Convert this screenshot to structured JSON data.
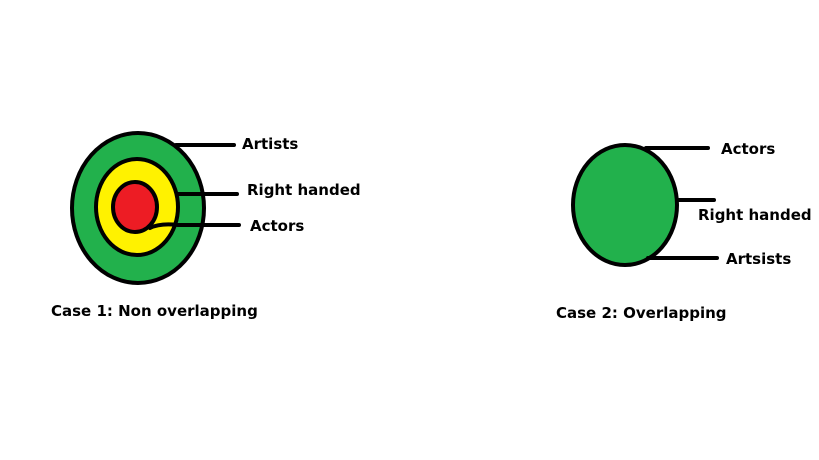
{
  "colors": {
    "outline": "#000000",
    "green": "#22b14c",
    "yellow": "#fff200",
    "red": "#ed1c24",
    "background": "#ffffff"
  },
  "case1": {
    "caption": "Case 1: Non overlapping",
    "rings": [
      {
        "name": "Artists",
        "color": "green"
      },
      {
        "name": "Right handed",
        "color": "yellow"
      },
      {
        "name": "Actors",
        "color": "red"
      }
    ],
    "labels": {
      "artists": "Artists",
      "right_handed": "Right handed",
      "actors": "Actors"
    }
  },
  "case2": {
    "caption": "Case 2: Overlapping",
    "circle_color": "green",
    "labels": {
      "actors": "Actors",
      "right_handed": "Right handed",
      "artists": "Artsists"
    }
  }
}
